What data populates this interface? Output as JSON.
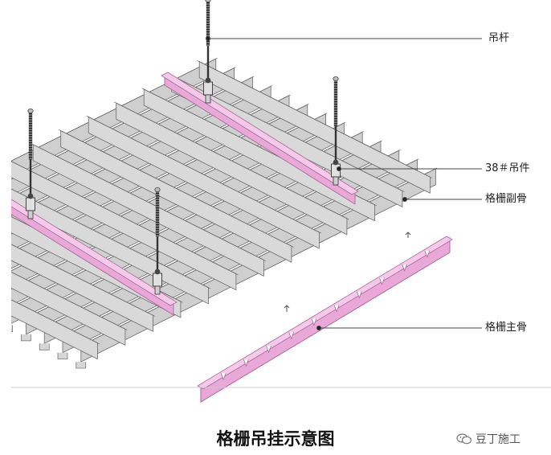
{
  "diagram": {
    "labels": {
      "hanger_rod": "吊杆",
      "hanger": "38＃吊件",
      "secondary_keel": "格栅副骨",
      "main_keel": "格栅主骨"
    },
    "caption": "格栅吊挂示意图",
    "watermark": "豆丁施工",
    "colors": {
      "main_keel": "#e9a8d8",
      "main_keel_edge": "#a86a98",
      "grid": "#d9d9d9",
      "grid_edge": "#6a6a6a",
      "rod": "#333333",
      "leader": "#444444"
    }
  }
}
